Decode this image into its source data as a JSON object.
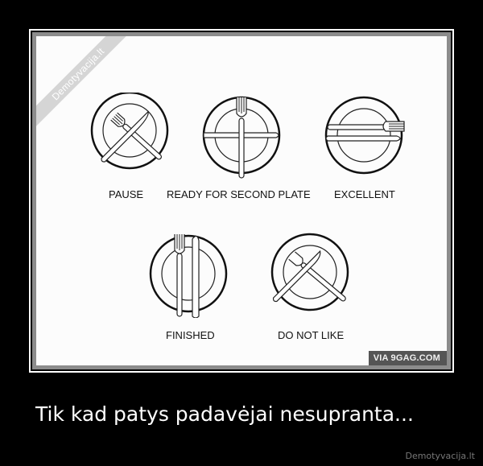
{
  "poster": {
    "watermark_ribbon": "Demotyvacija.lt",
    "credit": "VIA 9GAG.COM",
    "caption": "Tik kad patys padavėjai nesupranta...",
    "site": "Demotyvacija.lt"
  },
  "etiquette": [
    {
      "label": "PAUSE",
      "position": "fork and knife crossed in an inverted V"
    },
    {
      "label": "READY FOR SECOND PLATE",
      "position": "fork vertical, knife horizontal, forming a cross"
    },
    {
      "label": "EXCELLENT",
      "position": "fork and knife horizontal, parallel"
    },
    {
      "label": "FINISHED",
      "position": "fork and knife vertical, parallel"
    },
    {
      "label": "DO NOT LIKE",
      "position": "fork and knife crossed with tines in knife"
    }
  ],
  "colors": {
    "background": "#000000",
    "panel": "#fcfcfc",
    "frame_gray": "#8c8c8c",
    "caption_text": "#ffffff"
  }
}
